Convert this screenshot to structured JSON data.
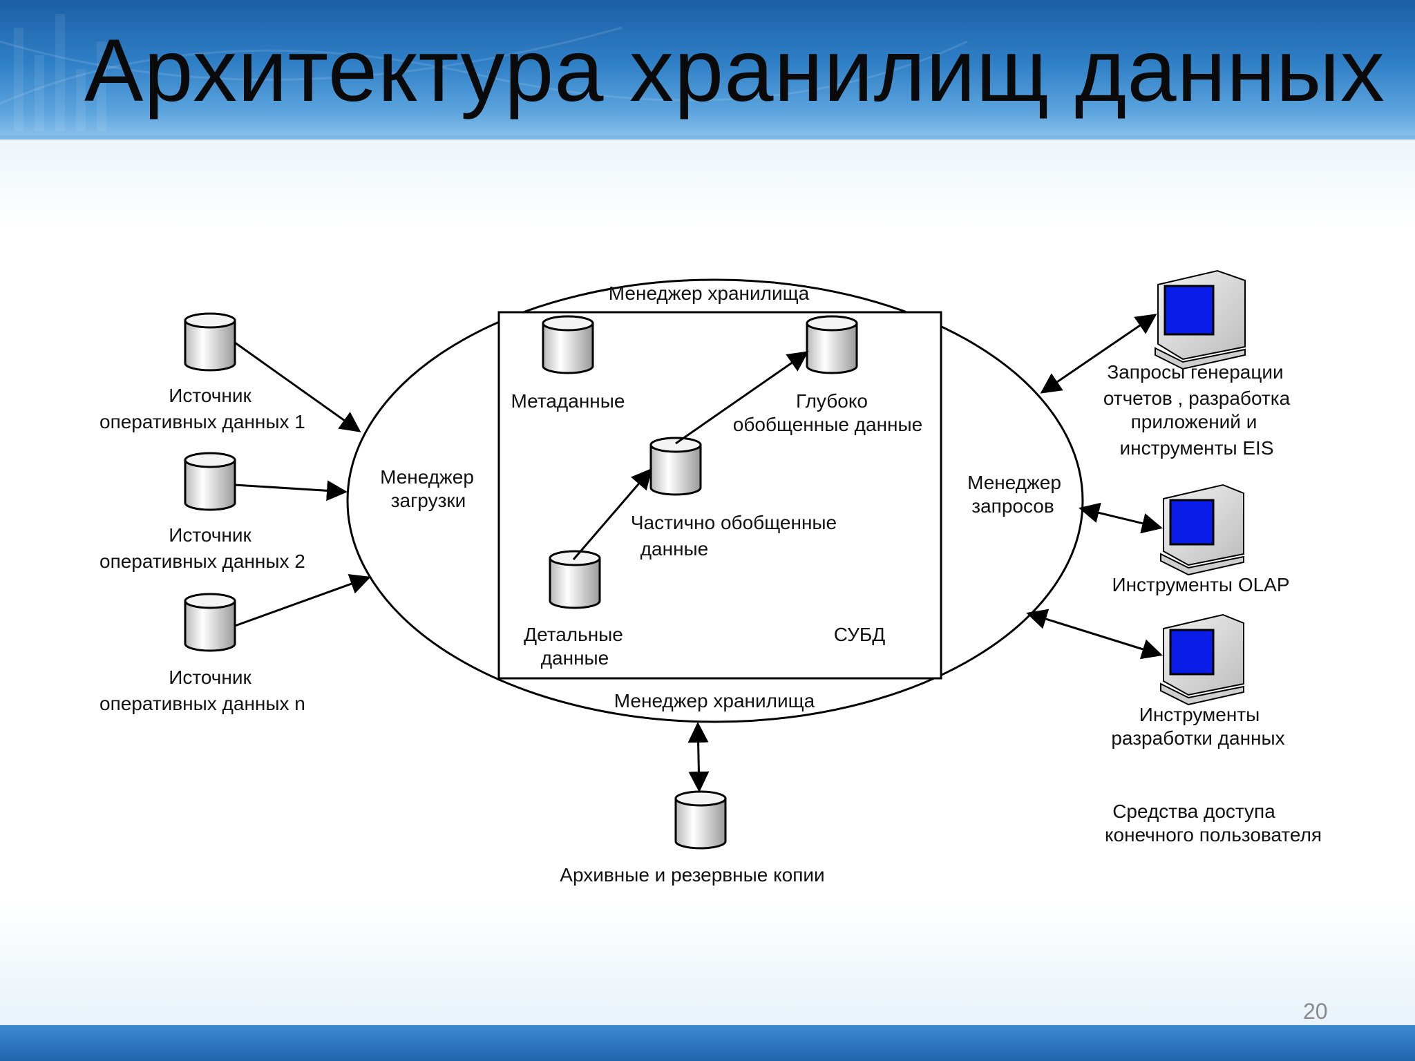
{
  "slide": {
    "title": "Архитектура хранилищ данных",
    "page_number": "20"
  },
  "sources": [
    {
      "line1": "Источник",
      "line2": "оперативных данных   1"
    },
    {
      "line1": "Источник",
      "line2": "оперативных данных   2"
    },
    {
      "line1": "Источник",
      "line2": "оперативных данных   n"
    }
  ],
  "warehouse": {
    "manager_top": "Менеджер хранилища",
    "manager_bottom": "Менеджер хранилища",
    "load_manager": [
      "Менеджер",
      "загрузки"
    ],
    "query_manager": [
      "Менеджер",
      "запросов"
    ],
    "metadata": "Метаданные",
    "deep_summary": [
      "Глубоко",
      "обобщенные данные"
    ],
    "partial_summary": [
      "Частично обобщенные",
      "данные"
    ],
    "detail": [
      "Детальные",
      "данные"
    ],
    "dbms": "СУБД"
  },
  "archive": "Архивные и резервные копии",
  "tools": {
    "reports": [
      "Запросы генерации",
      "отчетов , разработка",
      "приложений и",
      "инструменты  EIS"
    ],
    "olap": "Инструменты  OLAP",
    "mining": [
      "Инструменты",
      "разработки данных"
    ],
    "end_user": [
      "Средства доступа",
      "конечного пользователя"
    ]
  },
  "colors": {
    "header_blue": "#2f7fc6",
    "screen_blue": "#0a1de8",
    "line": "#000000"
  }
}
